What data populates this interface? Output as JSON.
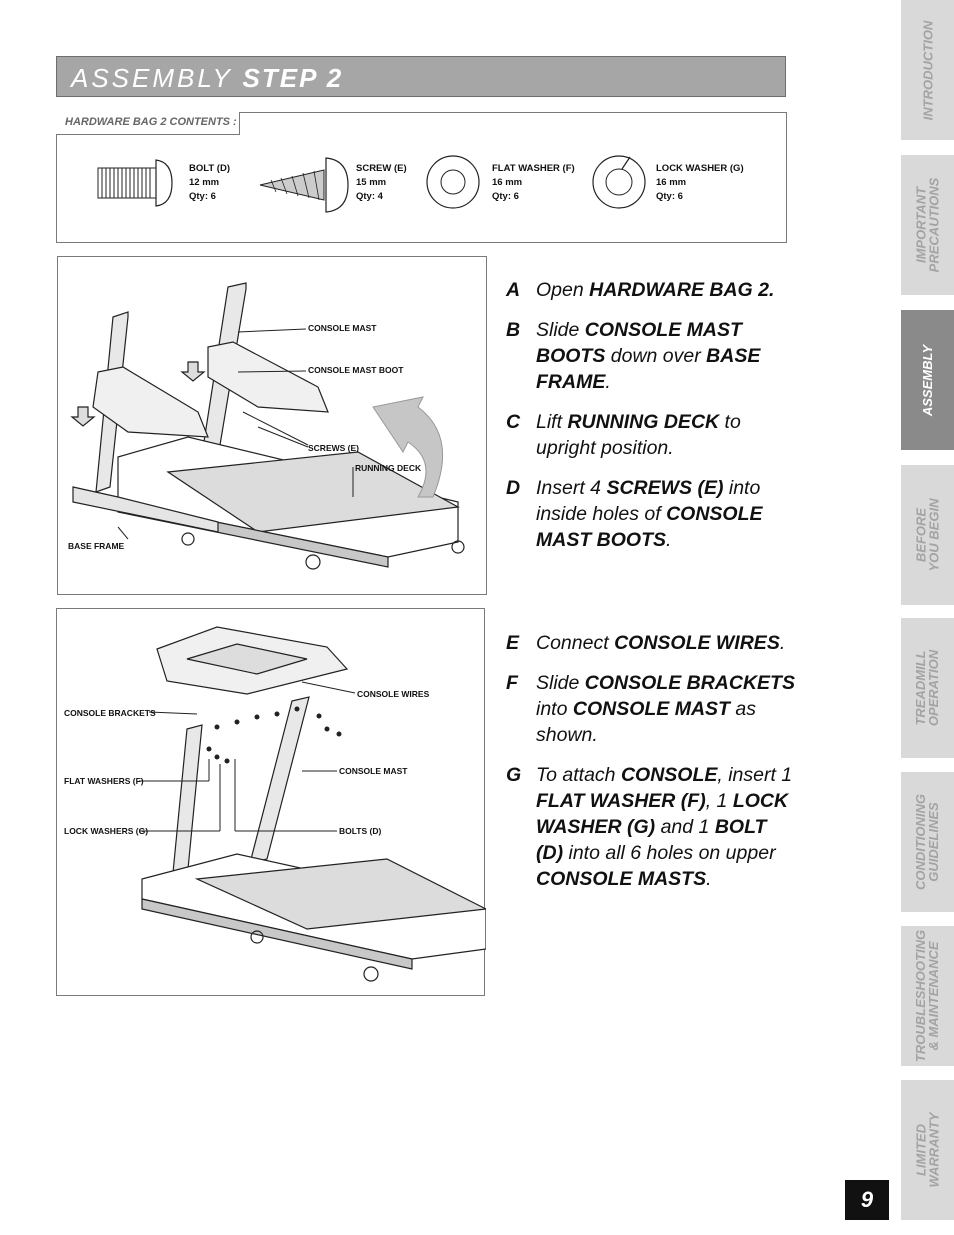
{
  "title": {
    "light": "ASSEMBLY",
    "bold": "STEP 2"
  },
  "hardware": {
    "label": "HARDWARE BAG 2 CONTENTS :",
    "parts": [
      {
        "name": "BOLT (D)",
        "size": "12 mm",
        "qty": "Qty: 6"
      },
      {
        "name": "SCREW (E)",
        "size": "15 mm",
        "qty": "Qty: 4"
      },
      {
        "name": "FLAT WASHER (F)",
        "size": "16 mm",
        "qty": "Qty: 6"
      },
      {
        "name": "LOCK WASHER (G)",
        "size": "16 mm",
        "qty": "Qty: 6"
      }
    ]
  },
  "figure1": {
    "callouts": [
      "CONSOLE MAST",
      "CONSOLE MAST BOOT",
      "SCREWS (E)",
      "RUNNING DECK",
      "BASE FRAME"
    ]
  },
  "figure2": {
    "callouts": [
      "CONSOLE WIRES",
      "CONSOLE BRACKETS",
      "CONSOLE MAST",
      "FLAT WASHERS (F)",
      "LOCK WASHERS (G)",
      "BOLTS (D)"
    ]
  },
  "steps1": [
    {
      "letter": "A",
      "parts": [
        {
          "t": "Open "
        },
        {
          "t": "HARDWARE BAG 2.",
          "b": true
        }
      ]
    },
    {
      "letter": "B",
      "parts": [
        {
          "t": "Slide "
        },
        {
          "t": "CONSOLE MAST BOOTS",
          "b": true
        },
        {
          "t": " down over "
        },
        {
          "t": "BASE FRAME",
          "b": true
        },
        {
          "t": "."
        }
      ]
    },
    {
      "letter": "C",
      "parts": [
        {
          "t": "Lift "
        },
        {
          "t": "RUNNING DECK",
          "b": true
        },
        {
          "t": " to upright position."
        }
      ]
    },
    {
      "letter": "D",
      "parts": [
        {
          "t": "Insert 4 "
        },
        {
          "t": "SCREWS (E)",
          "b": true
        },
        {
          "t": " into inside holes of "
        },
        {
          "t": "CONSOLE MAST BOOTS",
          "b": true
        },
        {
          "t": "."
        }
      ]
    }
  ],
  "steps2": [
    {
      "letter": "E",
      "parts": [
        {
          "t": "Connect "
        },
        {
          "t": "CONSOLE WIRES",
          "b": true
        },
        {
          "t": "."
        }
      ]
    },
    {
      "letter": "F",
      "parts": [
        {
          "t": "Slide "
        },
        {
          "t": "CONSOLE BRACKETS",
          "b": true
        },
        {
          "t": " into "
        },
        {
          "t": "CONSOLE MAST",
          "b": true
        },
        {
          "t": " as shown."
        }
      ]
    },
    {
      "letter": "G",
      "parts": [
        {
          "t": "To attach "
        },
        {
          "t": "CONSOLE",
          "b": true
        },
        {
          "t": ", insert 1 "
        },
        {
          "t": "FLAT WASHER (F)",
          "b": true
        },
        {
          "t": ", 1 "
        },
        {
          "t": "LOCK WASHER (G)",
          "b": true
        },
        {
          "t": " and 1 "
        },
        {
          "t": "BOLT (D)",
          "b": true
        },
        {
          "t": " into all 6 holes on upper "
        },
        {
          "t": "CONSOLE MASTS",
          "b": true
        },
        {
          "t": "."
        }
      ]
    }
  ],
  "tabs": [
    {
      "label": "INTRODUCTION",
      "active": false
    },
    {
      "label": "IMPORTANT\nPRECAUTIONS",
      "active": false
    },
    {
      "label": "ASSEMBLY",
      "active": true
    },
    {
      "label": "BEFORE\nYOU BEGIN",
      "active": false
    },
    {
      "label": "TREADMILL\nOPERATION",
      "active": false
    },
    {
      "label": "CONDITIONING\nGUIDELINES",
      "active": false
    },
    {
      "label": "TROUBLESHOOTING\n& MAINTENANCE",
      "active": false
    },
    {
      "label": "LIMITED\nWARRANTY",
      "active": false
    }
  ],
  "page_number": "9",
  "colors": {
    "title_bar": "#a6a6a6",
    "tab_bg": "#d9d9d9",
    "tab_active": "#8a8a8a",
    "tab_text": "#a3a3a3"
  }
}
